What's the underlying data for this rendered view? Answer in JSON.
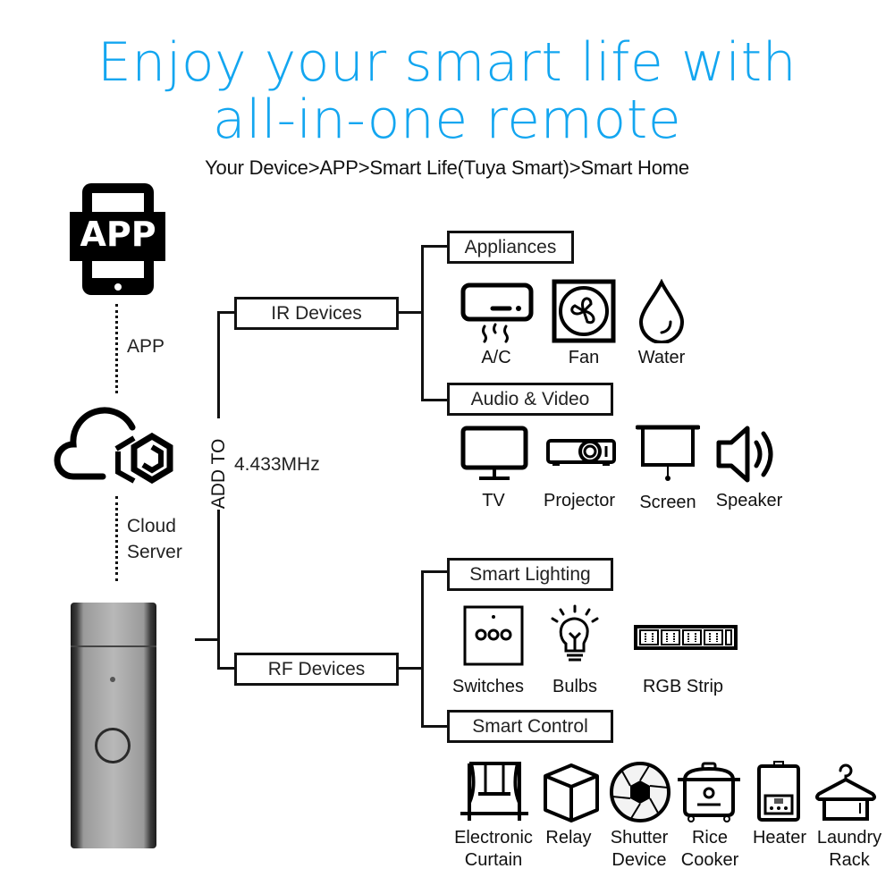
{
  "header": {
    "title_line1": "Enjoy your smart life with",
    "title_line2": "all-in-one remote",
    "subtitle": "Your Device>APP>Smart Life(Tuya Smart)>Smart Home",
    "accent_color": "#13a6f0"
  },
  "left_column": {
    "app_icon_text": "APP",
    "app_label": "APP",
    "cloud_label_line1": "Cloud",
    "cloud_label_line2": "Server"
  },
  "trunk": {
    "vertical_label": "ADD TO",
    "frequency": "4.433MHz"
  },
  "branches": [
    {
      "label": "IR Devices",
      "categories": [
        {
          "label": "Appliances",
          "devices": [
            {
              "icon": "air-conditioner-icon",
              "label": "A/C"
            },
            {
              "icon": "fan-icon",
              "label": "Fan"
            },
            {
              "icon": "water-drop-icon",
              "label": "Water"
            }
          ]
        },
        {
          "label": "Audio & Video",
          "devices": [
            {
              "icon": "tv-icon",
              "label": "TV"
            },
            {
              "icon": "projector-icon",
              "label": "Projector"
            },
            {
              "icon": "projection-screen-icon",
              "label": "Screen"
            },
            {
              "icon": "speaker-icon",
              "label": "Speaker"
            }
          ]
        }
      ]
    },
    {
      "label": "RF Devices",
      "categories": [
        {
          "label": "Smart Lighting",
          "devices": [
            {
              "icon": "wall-switch-icon",
              "label": "Switches"
            },
            {
              "icon": "light-bulb-icon",
              "label": "Bulbs"
            },
            {
              "icon": "led-strip-icon",
              "label": "RGB Strip"
            }
          ]
        },
        {
          "label": "Smart Control",
          "devices": [
            {
              "icon": "curtain-icon",
              "label_line1": "Electronic",
              "label_line2": "Curtain"
            },
            {
              "icon": "relay-cube-icon",
              "label_line1": "Relay",
              "label_line2": ""
            },
            {
              "icon": "shutter-aperture-icon",
              "label_line1": "Shutter",
              "label_line2": "Device"
            },
            {
              "icon": "rice-cooker-icon",
              "label_line1": "Rice",
              "label_line2": "Cooker"
            },
            {
              "icon": "water-heater-icon",
              "label_line1": "Heater",
              "label_line2": ""
            },
            {
              "icon": "laundry-rack-icon",
              "label_line1": "Laundry",
              "label_line2": "Rack"
            }
          ]
        }
      ]
    }
  ]
}
